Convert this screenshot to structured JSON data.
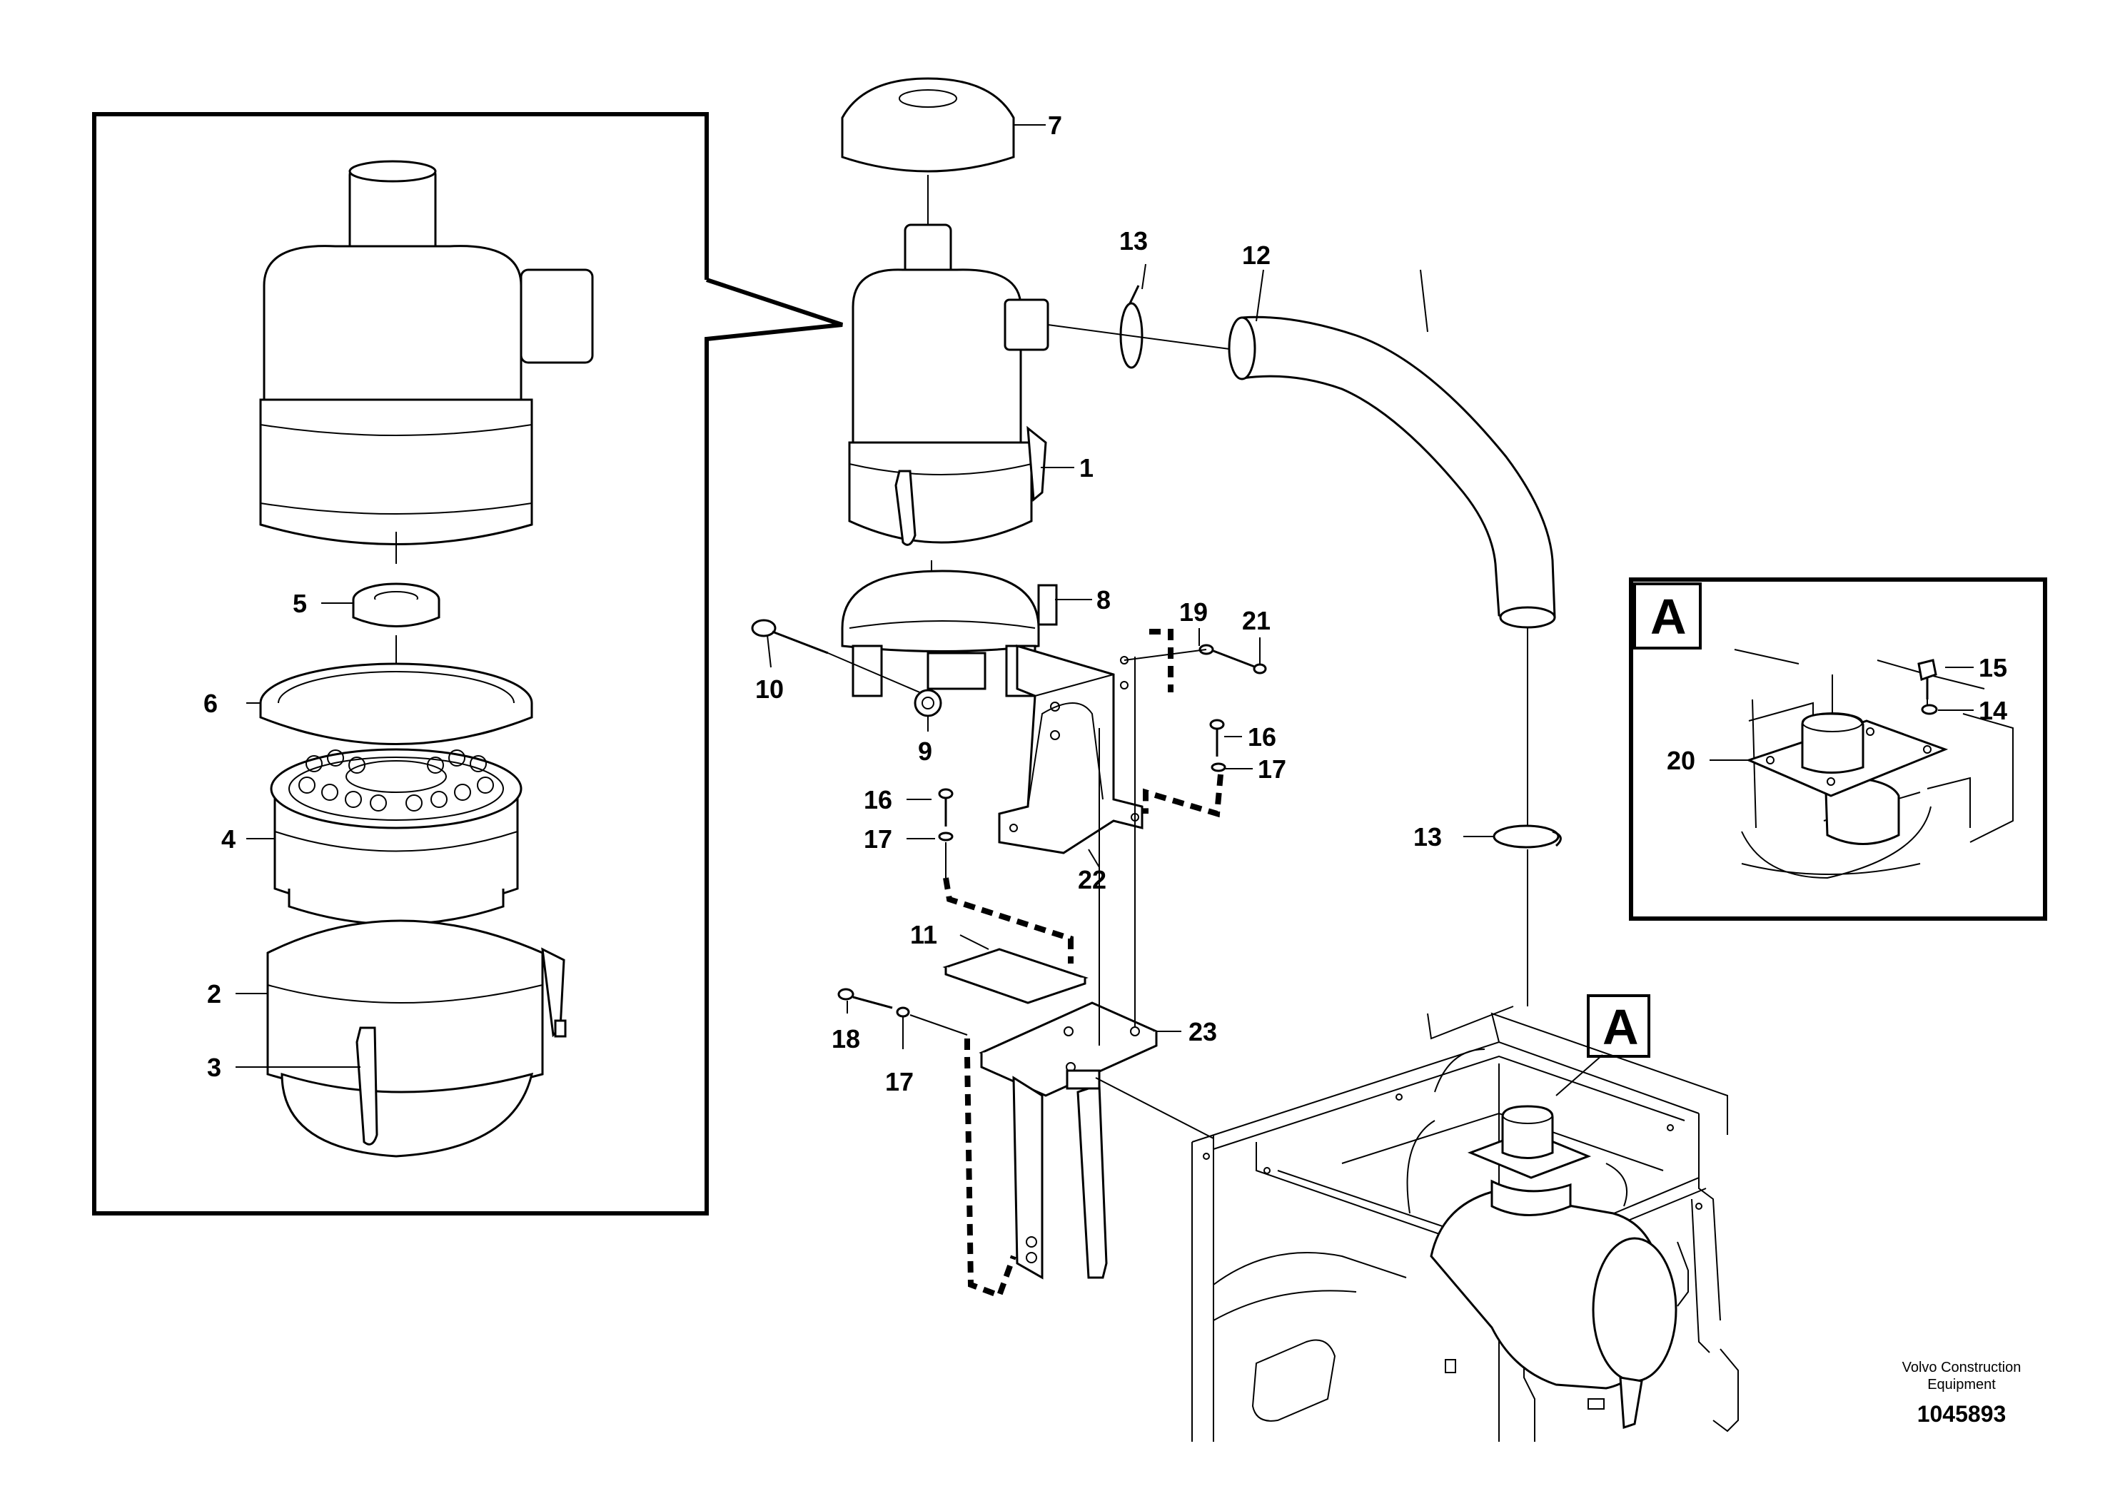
{
  "callouts": {
    "c1": "1",
    "c2": "2",
    "c3": "3",
    "c4": "4",
    "c5": "5",
    "c6": "6",
    "c7": "7",
    "c8": "8",
    "c9": "9",
    "c10": "10",
    "c11": "11",
    "c12": "12",
    "c13a": "13",
    "c13b": "13",
    "c14": "14",
    "c15": "15",
    "c16a": "16",
    "c16b": "16",
    "c17a": "17",
    "c17b": "17",
    "c17c": "17",
    "c18": "18",
    "c19": "19",
    "c20": "20",
    "c21": "21",
    "c22": "22",
    "c23": "23"
  },
  "detail_box_label": "A",
  "detail_marker_label": "A",
  "footer": {
    "maker_line1": "Volvo Construction",
    "maker_line2": "Equipment",
    "doc_number": "1045893"
  }
}
